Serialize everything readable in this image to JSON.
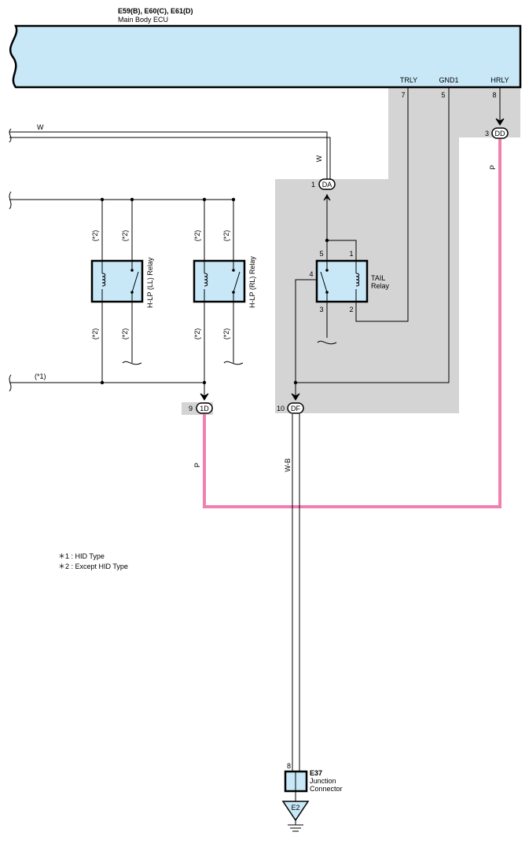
{
  "ecu": {
    "codes": "E59(B), E60(C), E61(D)",
    "name": "Main Body ECU",
    "terminals": [
      {
        "name": "TRLY",
        "pin": "7"
      },
      {
        "name": "GND1",
        "pin": "5"
      },
      {
        "name": "HRLY",
        "pin": "8"
      }
    ]
  },
  "connectors": {
    "DA": {
      "id": "DA",
      "pin": "1"
    },
    "DD": {
      "id": "DD",
      "pin": "3"
    },
    "1D": {
      "id": "1D",
      "pin": "9"
    },
    "DF": {
      "id": "DF",
      "pin": "10"
    }
  },
  "wires": {
    "white": "W",
    "pink": "P",
    "white_black": "W-B",
    "hid_ref": "(*1)",
    "exc_hid_ref": "(*2)"
  },
  "relays": {
    "left_relay": "H-LP (LL) Relay",
    "right_relay": "H-LP (RL) Relay",
    "tail_line1": "TAIL",
    "tail_line2": "Relay",
    "tail_pins": {
      "p5": "5",
      "p1": "1",
      "p4": "4",
      "p3": "3",
      "p2": "2"
    }
  },
  "junction": {
    "code": "E37",
    "line1": "Junction",
    "line2": "Connector",
    "pin": "8",
    "ground": "E2"
  },
  "legend": {
    "note1": "＊1 : HID Type",
    "note2": "＊2 : Except HID Type"
  },
  "colors": {
    "ecu_fill": "#c8e8f8",
    "relay_fill": "#c8e8f8",
    "shade": "#d4d4d4",
    "pink_wire": "#f080b0"
  }
}
